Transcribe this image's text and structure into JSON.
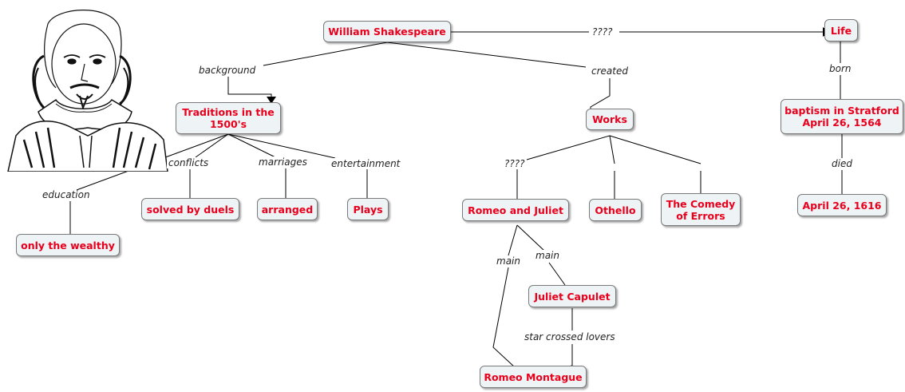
{
  "nodes": {
    "shakespeare": "William Shakespeare",
    "life": "Life",
    "traditions": "Traditions in the\n1500's",
    "works": "Works",
    "baptism": "baptism in Stratford\nApril 26, 1564",
    "died_date": "April 26, 1616",
    "duels": "solved by duels",
    "arranged": "arranged",
    "plays": "Plays",
    "wealthy": "only the wealthy",
    "romeo_juliet": "Romeo and Juliet",
    "othello": "Othello",
    "comedy": "The Comedy\nof Errors",
    "juliet": "Juliet Capulet",
    "romeo": "Romeo Montague"
  },
  "links": {
    "life_link": "????",
    "background": "background",
    "created": "created",
    "born": "born",
    "died": "died",
    "conflicts": "conflicts",
    "marriages": "marriages",
    "entertainment": "entertainment",
    "education": "education",
    "works_link": "????",
    "main_1": "main",
    "main_2": "main",
    "star_crossed": "star crossed lovers"
  },
  "colors": {
    "node_text": "#e8001c",
    "node_fill": "#eef3f6",
    "node_border": "#7a7a7a",
    "line": "#000000"
  }
}
